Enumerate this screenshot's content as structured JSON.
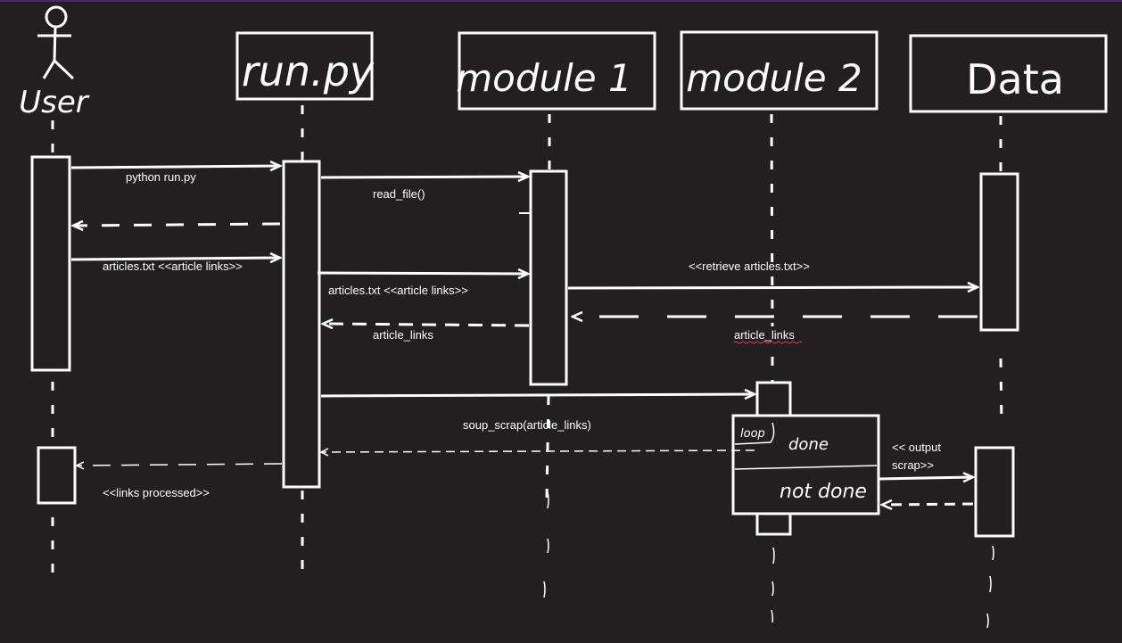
{
  "participants": {
    "user": "User",
    "runpy": "run.py",
    "module1": "module 1",
    "module2": "module 2",
    "data": "Data"
  },
  "messages": {
    "m1": "python run.py",
    "m2": "read_file()",
    "m3": "articles.txt <<article links>>",
    "m4": "articles.txt <<article links>>",
    "m5": "<<retrieve articles.txt>>",
    "m6": "article_links",
    "m7": "article_links",
    "m8": "soup_scrap(article_links)",
    "m9a": "<< output",
    "m9b": "scrap>>",
    "m10": "<<links processed>>"
  },
  "fragment": {
    "label": "loop",
    "guard1": "done",
    "guard2": "not done"
  },
  "colors": {
    "background": "#211f1f",
    "ink": "#ffffff"
  }
}
